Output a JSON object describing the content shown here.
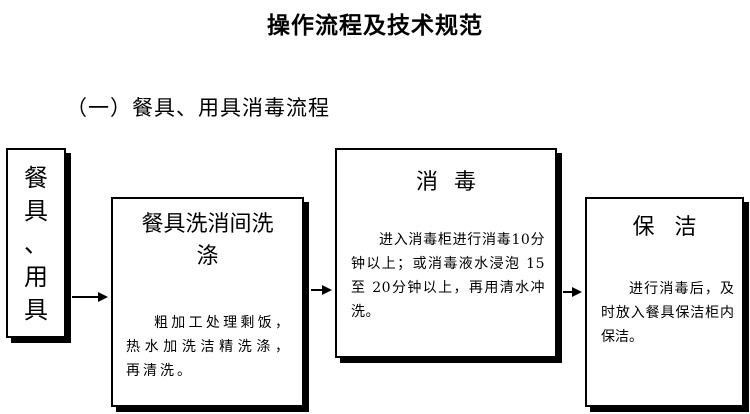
{
  "title": "操作流程及技术规范",
  "subtitle": "（一）餐具、用具消毒流程",
  "steps": [
    {
      "label_chars": [
        "餐",
        "具",
        "、",
        "用",
        "具"
      ]
    },
    {
      "title": "餐具洗消间洗涤",
      "body": "粗加工处理剩饭，热水加洗洁精洗涤，再清洗。"
    },
    {
      "title": "消毒",
      "body": "进入消毒柜进行消毒10分钟以上；或消毒液水浸泡 15 至 20分钟以上，再用清水冲洗。"
    },
    {
      "title": "保洁",
      "body": "进行消毒后，及时放入餐具保洁柜内保洁。"
    }
  ]
}
